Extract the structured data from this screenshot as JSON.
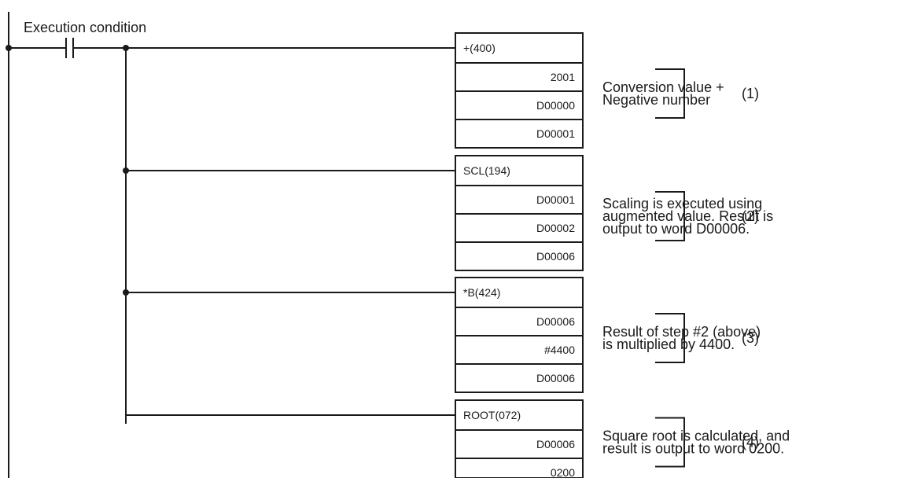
{
  "diagram": {
    "execution_label": "Execution condition",
    "blocks": [
      {
        "instruction": "+(400)",
        "operands": [
          "2001",
          "D00000",
          "D00001"
        ],
        "note": [
          "Conversion value +",
          "Negative number"
        ],
        "step": "(1)"
      },
      {
        "instruction": "SCL(194)",
        "operands": [
          "D00001",
          "D00002",
          "D00006"
        ],
        "note": [
          "Scaling is executed using",
          "augmented value. Result is",
          "output to word D00006."
        ],
        "step": "(2)"
      },
      {
        "instruction": "*B(424)",
        "operands": [
          "D00006",
          "#4400",
          "D00006"
        ],
        "note": [
          "Result of step #2 (above)",
          "is multiplied by 4400."
        ],
        "step": "(3)"
      },
      {
        "instruction": "ROOT(072)",
        "operands": [
          "D00006",
          "0200"
        ],
        "note": [
          "Square root is calculated, and",
          "result is output to word 0200."
        ],
        "step": "(4)"
      }
    ]
  }
}
